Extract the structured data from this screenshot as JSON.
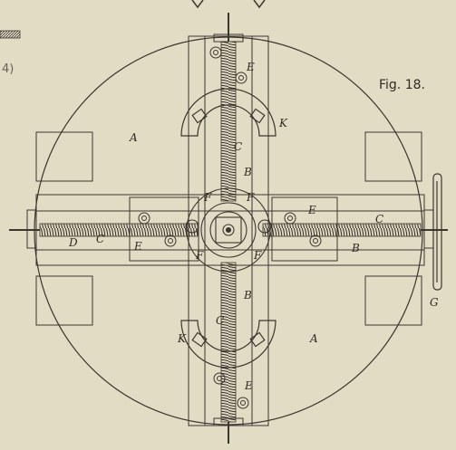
{
  "figure": {
    "title": "Fig. 18.",
    "side_text": "4)",
    "labels": {
      "A_upper": "A",
      "A_lower": "A",
      "B_top": "B",
      "B_bottom": "B",
      "B_right": "B",
      "B_left": "D",
      "C_top": "C",
      "C_bottom": "C",
      "C_right": "C",
      "C_left": "C",
      "E_top": "E",
      "E_bottom": "E",
      "E_right": "E",
      "E_left": "E",
      "F_tl": "F",
      "F_tr": "F",
      "F_bl": "F",
      "F_br": "F",
      "K_top": "K",
      "K_bottom": "K",
      "G": "G"
    }
  },
  "colors": {
    "paper": "#e3dcc4",
    "ink": "#3a3630",
    "hatch": "#5b5548"
  }
}
